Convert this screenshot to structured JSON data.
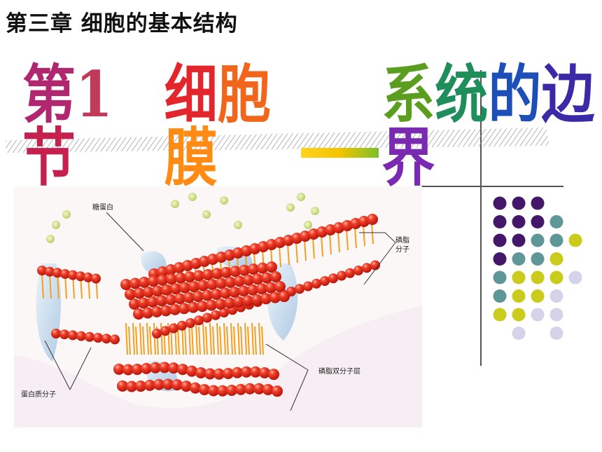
{
  "slide": {
    "chapter_title": "第三章 细胞的基本结构",
    "title": {
      "part1": "第1节",
      "part2": "细胞膜",
      "part3": "系统的边界",
      "char_colors": {
        "第": "#b0276f",
        "1": "#c23a5a",
        "节": "#c6204f",
        "细": "#e2262b",
        "胞": "#f2661c",
        "膜": "#ff8a14",
        "系": "#5a9d1f",
        "统": "#1e8e5a",
        "的": "#1e4fb8",
        "边": "#3a2aa8",
        "界": "#7a2ab0"
      }
    },
    "diagram_labels": {
      "glycoprotein": "糖蛋白",
      "phospholipid": "磷脂\n分子",
      "protein": "蛋白质分子",
      "bilayer": "磷脂双分子层"
    },
    "dot_colors": {
      "purple": "#45176b",
      "teal": "#5f9799",
      "olive": "#cbcb1b",
      "lavender": "#d5d3ea"
    }
  }
}
